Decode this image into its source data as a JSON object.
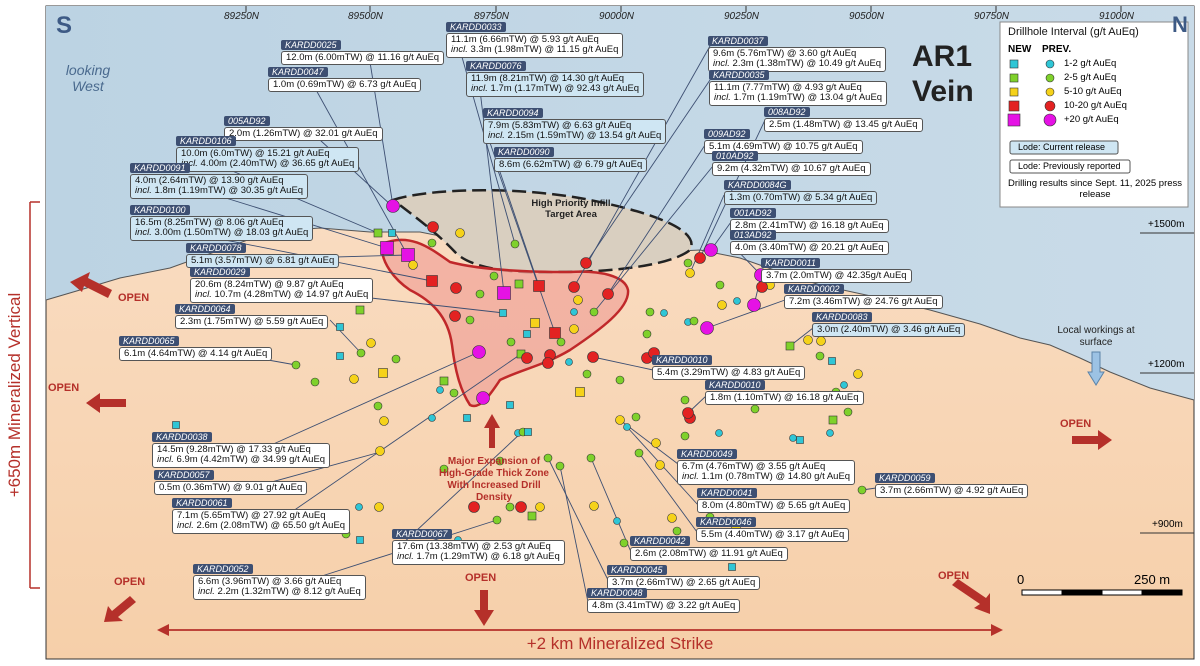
{
  "map": {
    "direction_left": "S",
    "direction_right": "N",
    "view_label": "looking West",
    "vein_title": "AR1 Vein",
    "northing_ticks": [
      "89250N",
      "89500N",
      "89750N",
      "90000N",
      "90250N",
      "90500N",
      "90750N",
      "91000N"
    ],
    "elevation_ticks": [
      "+1500m",
      "+1200m",
      "+900m"
    ],
    "vertical_extent": "+650m Mineralized Vertical",
    "strike_extent": "+2 km Mineralized Strike",
    "target_label": "High Priority Infill Target Area",
    "expansion_label": "Major Expansion of High-Grade Thick Zone With Increased Drill Density",
    "workings_label": "Local workings at surface",
    "open_label": "OPEN",
    "scale_zero": "0",
    "scale_label": "250 m"
  },
  "legend": {
    "title": "Drillhole Interval (g/t AuEq)",
    "col_new": "NEW",
    "col_prev": "PREV.",
    "rows": [
      {
        "label": "1-2 g/t AuEq",
        "color": "#2fc6d6"
      },
      {
        "label": "2-5 g/t AuEq",
        "color": "#7fd12b"
      },
      {
        "label": "5-10 g/t AuEq",
        "color": "#f5d21a"
      },
      {
        "label": "10-20 g/t AuEq",
        "color": "#e32222"
      },
      {
        "label": "+20 g/t AuEq",
        "color": "#e512e5"
      }
    ],
    "lode_current": "Lode: Current release",
    "lode_previous": "Lode: Previously reported",
    "note": "Drilling results since Sept. 11, 2025 press release"
  },
  "callouts": [
    {
      "id": "KARDD0025",
      "l1": "12.0m (6.00mTW) @ 11.16 g/t AuEq",
      "incl": "",
      "l2": "",
      "cur": false
    },
    {
      "id": "KARDD0047",
      "l1": "1.0m (0.69mTW) @ 6.73 g/t AuEq",
      "incl": "",
      "l2": "",
      "cur": false
    },
    {
      "id": "KARDD0033",
      "l1": "11.1m (6.66mTW) @ 5.93 g/t AuEq",
      "incl": "incl.",
      "l2": "3.3m (1.98mTW) @ 11.15 g/t AuEq",
      "cur": false
    },
    {
      "id": "KARDD0076",
      "l1": "11.9m (8.21mTW) @ 14.30 g/t AuEq",
      "incl": "incl.",
      "l2": "1.7m (1.17mTW) @ 92.43 g/t AuEq",
      "cur": true
    },
    {
      "id": "KARDD0037",
      "l1": "9.6m (5.76mTW) @ 3.60 g/t AuEq",
      "incl": "incl.",
      "l2": "2.3m (1.38mTW) @ 10.49 g/t AuEq",
      "cur": false
    },
    {
      "id": "KARDD0035",
      "l1": "11.1m (7.77mTW) @ 4.93 g/t AuEq",
      "incl": "incl.",
      "l2": "1.7m (1.19mTW) @ 13.04 g/t AuEq",
      "cur": false
    },
    {
      "id": "005AD92",
      "l1": "2.0m (1.26mTW) @ 32.01 g/t AuEq",
      "incl": "",
      "l2": "",
      "cur": false
    },
    {
      "id": "KARDD0094",
      "l1": "7.9m (5.83mTW) @ 6.63 g/t AuEq",
      "incl": "incl.",
      "l2": "2.15m (1.59mTW) @ 13.54 g/t AuEq",
      "cur": true
    },
    {
      "id": "008AD92",
      "l1": "2.5m (1.48mTW) @ 13.45 g/t AuEq",
      "incl": "",
      "l2": "",
      "cur": false
    },
    {
      "id": "009AD92",
      "l1": "5.1m (4.69mTW) @ 10.75 g/t AuEq",
      "incl": "",
      "l2": "",
      "cur": false
    },
    {
      "id": "KARDD0106",
      "l1": "10.0m (6.0mTW) @ 15.21 g/t AuEq",
      "incl": "incl.",
      "l2": "4.00m (2.40mTW) @ 36.65 g/t AuEq",
      "cur": true
    },
    {
      "id": "KARDD0090",
      "l1": "8.6m (6.62mTW) @ 6.79 g/t AuEq",
      "incl": "",
      "l2": "",
      "cur": true
    },
    {
      "id": "010AD92",
      "l1": "9.2m (4.32mTW) @ 10.67 g/t AuEq",
      "incl": "",
      "l2": "",
      "cur": false
    },
    {
      "id": "KARDD0091",
      "l1": "4.0m (2.64mTW) @ 13.90 g/t AuEq",
      "incl": "incl.",
      "l2": "1.8m (1.19mTW) @ 30.35 g/t AuEq",
      "cur": true
    },
    {
      "id": "KARDD0084G",
      "l1": "1.3m (0.70mTW) @ 5.34 g/t AuEq",
      "incl": "",
      "l2": "",
      "cur": true
    },
    {
      "id": "KARDD0100",
      "l1": "16.5m (8.25mTW) @ 8.06 g/t AuEq",
      "incl": "incl.",
      "l2": "3.00m (1.50mTW) @ 18.03 g/t AuEq",
      "cur": true
    },
    {
      "id": "001AD92",
      "l1": "2.8m (2.41mTW) @ 16.18 g/t AuEq",
      "incl": "",
      "l2": "",
      "cur": false
    },
    {
      "id": "KARDD0078",
      "l1": "5.1m (3.57mTW) @ 6.81 g/t AuEq",
      "incl": "",
      "l2": "",
      "cur": true
    },
    {
      "id": "013AD92",
      "l1": "4.0m (3.40mTW) @ 20.21 g/t AuEq",
      "incl": "",
      "l2": "",
      "cur": false
    },
    {
      "id": "KARDD0011",
      "l1": "3.7m (2.0mTW) @ 42.35g/t AuEq",
      "incl": "",
      "l2": "",
      "cur": false
    },
    {
      "id": "KARDD0029",
      "l1": "20.6m (8.24mTW) @ 9.87 g/t AuEq",
      "incl": "incl.",
      "l2": "10.7m (4.28mTW) @ 14.97 g/t AuEq",
      "cur": false
    },
    {
      "id": "KARDD0002",
      "l1": "7.2m (3.46mTW) @ 24.76 g/t AuEq",
      "incl": "",
      "l2": "",
      "cur": false
    },
    {
      "id": "KARDD0064",
      "l1": "2.3m (1.75mTW) @ 5.59 g/t AuEq",
      "incl": "",
      "l2": "",
      "cur": false
    },
    {
      "id": "KARDD0083",
      "l1": "3.0m (2.40mTW) @ 3.46 g/t AuEq",
      "incl": "",
      "l2": "",
      "cur": true
    },
    {
      "id": "KARDD0065",
      "l1": "6.1m (4.64mTW) @ 4.14 g/t AuEq",
      "incl": "",
      "l2": "",
      "cur": false
    },
    {
      "id": "KARDD0010",
      "l1": "5.4m (3.29mTW) @ 4.83 g/t AuEq",
      "incl": "",
      "l2": "",
      "cur": false
    },
    {
      "id": "KARDD0010b",
      "label": "KARDD0010",
      "l1": "1.8m (1.10mTW) @ 16.18 g/t AuEq",
      "incl": "",
      "l2": "",
      "cur": false
    },
    {
      "id": "KARDD0038",
      "l1": "14.5m (9.28mTW) @ 17.33 g/t AuEq",
      "incl": "incl.",
      "l2": "6.9m (4.42mTW) @ 34.99 g/t AuEq",
      "cur": false
    },
    {
      "id": "KARDD0049",
      "l1": "6.7m (4.76mTW) @ 3.55 g/t AuEq",
      "incl": "incl.",
      "l2": "1.1m (0.78mTW) @ 14.80 g/t AuEq",
      "cur": false
    },
    {
      "id": "KARDD0057",
      "l1": "0.5m (0.36mTW) @ 9.01 g/t AuEq",
      "incl": "",
      "l2": "",
      "cur": false
    },
    {
      "id": "KARDD0059",
      "l1": "3.7m (2.66mTW) @ 4.92 g/t AuEq",
      "incl": "",
      "l2": "",
      "cur": false
    },
    {
      "id": "KARDD0041",
      "l1": "8.0m (4.80mTW) @ 5.65 g/t AuEq",
      "incl": "",
      "l2": "",
      "cur": false
    },
    {
      "id": "KARDD0061",
      "l1": "7.1m (5.65mTW) @ 27.92 g/t AuEq",
      "incl": "incl.",
      "l2": "2.6m (2.08mTW) @ 65.50 g/t AuEq",
      "cur": false
    },
    {
      "id": "KARDD0046",
      "l1": "5.5m (4.40mTW) @ 3.17 g/t AuEq",
      "incl": "",
      "l2": "",
      "cur": false
    },
    {
      "id": "KARDD0067",
      "l1": "17.6m (13.38mTW) @ 2.53 g/t AuEq",
      "incl": "incl.",
      "l2": "1.7m (1.29mTW) @ 6.18 g/t AuEq",
      "cur": false
    },
    {
      "id": "KARDD0042",
      "l1": "2.6m (2.08mTW) @ 11.91 g/t AuEq",
      "incl": "",
      "l2": "",
      "cur": false
    },
    {
      "id": "KARDD0052",
      "l1": "6.6m (3.96mTW) @ 3.66 g/t AuEq",
      "incl": "incl.",
      "l2": "2.2m (1.32mTW) @ 8.12 g/t AuEq",
      "cur": false
    },
    {
      "id": "KARDD0045",
      "l1": "3.7m (2.66mTW) @ 2.65 g/t AuEq",
      "incl": "",
      "l2": "",
      "cur": false
    },
    {
      "id": "KARDD0048",
      "l1": "4.8m (3.41mTW) @ 3.22 g/t AuEq",
      "incl": "",
      "l2": "",
      "cur": false
    }
  ]
}
